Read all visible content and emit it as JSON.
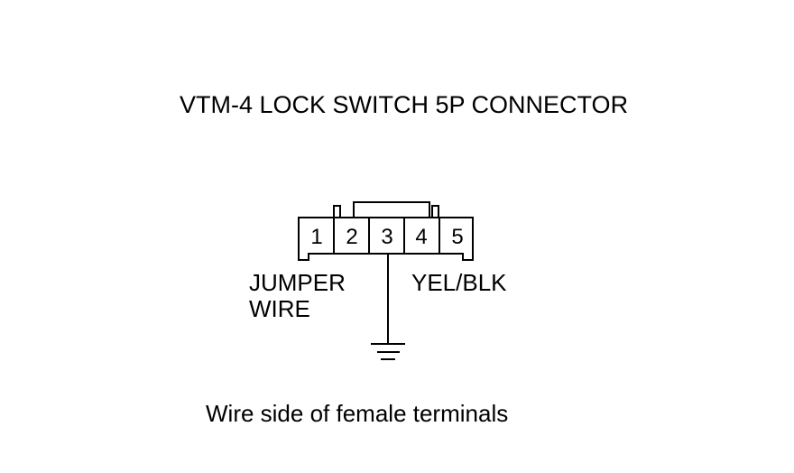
{
  "title": "VTM-4 LOCK SWITCH 5P CONNECTOR",
  "connector": {
    "terminals": [
      "1",
      "2",
      "3",
      "4",
      "5"
    ],
    "jumper_label_lines": [
      "JUMPER",
      "WIRE"
    ],
    "wire_color_label": "YEL/BLK"
  },
  "caption": "Wire side of female terminals"
}
